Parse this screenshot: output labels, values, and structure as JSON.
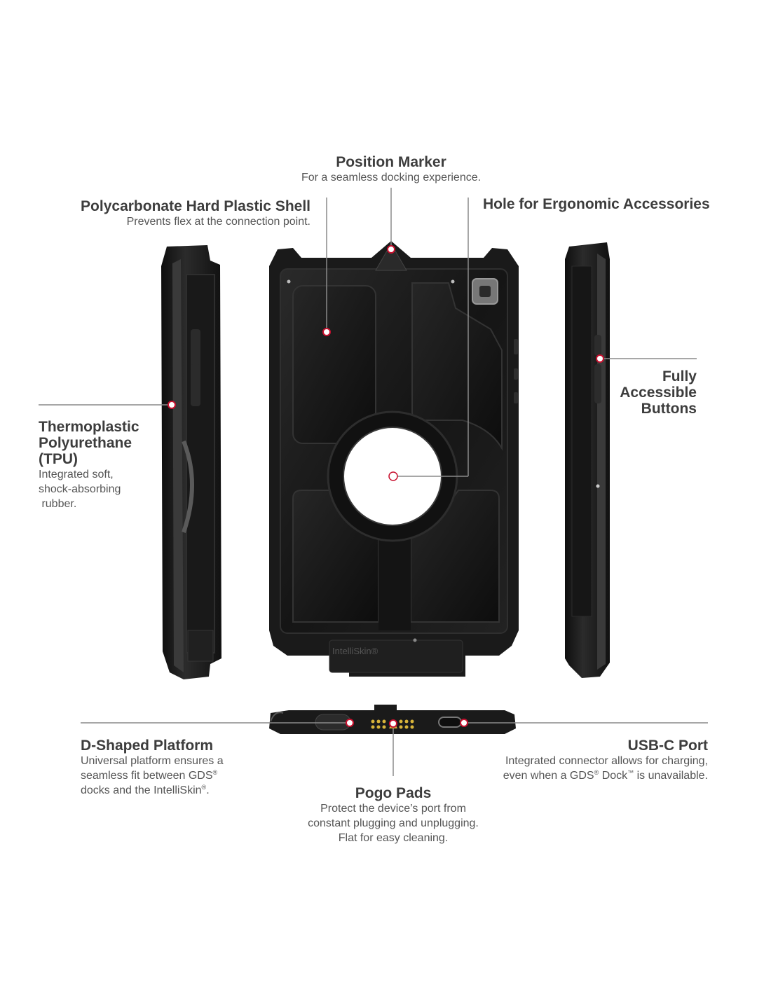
{
  "callouts": {
    "position_marker": {
      "title": "Position Marker",
      "desc": "For a seamless docking experience."
    },
    "polycarbonate_shell": {
      "title": "Polycarbonate Hard Plastic Shell",
      "desc": "Prevents flex at the connection point."
    },
    "ergonomic_hole": {
      "title": "Hole for Ergonomic Accessories"
    },
    "tpu": {
      "title_lines": [
        "Thermoplastic",
        "Polyurethane",
        "(TPU)"
      ],
      "desc_lines": [
        "Integrated soft,",
        "shock-absorbing",
        " rubber."
      ]
    },
    "buttons": {
      "title_lines": [
        "Fully",
        "Accessible",
        "Buttons"
      ]
    },
    "d_platform": {
      "title": "D-Shaped Platform",
      "desc_line1": "Universal platform ensures a",
      "desc_line2a": "seamless fit between GDS",
      "desc_line2_sup": "®",
      "desc_line3a": "docks and the IntelliSkin",
      "desc_line3_sup": "®",
      "desc_line3b": "."
    },
    "usb_c": {
      "title": "USB-C Port",
      "desc_line1": "Integrated connector allows for charging,",
      "desc_line2a": "even when a GDS",
      "desc_line2_sup1": "®",
      "desc_line2b": " Dock",
      "desc_line2_sup2": "™",
      "desc_line2c": " is unavailable."
    },
    "pogo_pads": {
      "title": "Pogo Pads",
      "desc_lines": [
        "Protect the device’s port from",
        "constant plugging and unplugging.",
        "Flat for easy cleaning."
      ]
    }
  },
  "product_branding": "IntelliSkin®",
  "colors": {
    "case_black": "#1c1c1c",
    "callout_line": "#8a8a8a",
    "marker_red": "#c8102e",
    "pogo_gold": "#d8b43a"
  }
}
